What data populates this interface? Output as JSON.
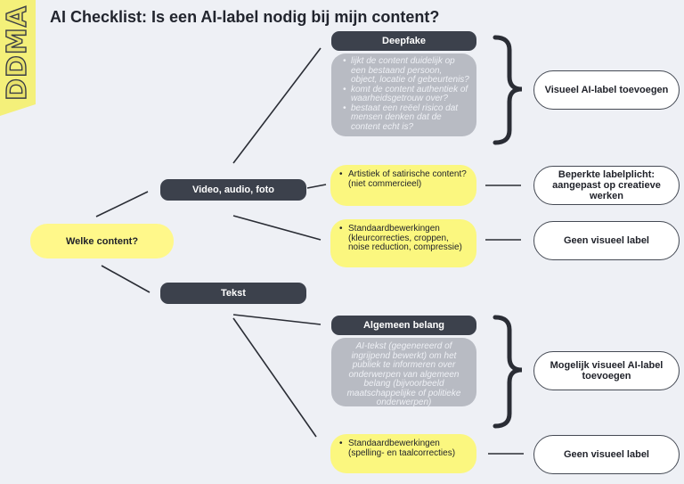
{
  "logo": {
    "text": "DDMA"
  },
  "title": "AI Checklist: Is een AI-label nodig bij mijn content?",
  "root": {
    "label": "Welke content?"
  },
  "branches": {
    "video": {
      "label": "Video, audio, foto"
    },
    "tekst": {
      "label": "Tekst"
    }
  },
  "deepfake": {
    "header": "Deepfake",
    "items": [
      "lijkt de content duidelijk op een bestaand persoon, object, locatie of gebeurtenis?",
      "komt de content authentiek of waarheidsgetrouw over?",
      "bestaat een reëel risico dat mensen denken dat de content echt is?"
    ],
    "outcome": "Visueel AI-label toevoegen"
  },
  "artistiek": {
    "text": "Artistiek of satirische content? (niet commercieel)",
    "outcome": "Beperkte labelplicht: aangepast op creatieve werken"
  },
  "standaard_media": {
    "text": "Standaardbewerkingen (kleurcorrecties, croppen, noise reduction, compressie)",
    "outcome": "Geen visueel label"
  },
  "algemeen_belang": {
    "header": "Algemeen belang",
    "text": "AI-tekst (gegenereerd of ingrijpend bewerkt) om het publiek te informeren over onderwerpen van algemeen belang (bijvoorbeeld maatschappelijke of politieke onderwerpen)",
    "outcome": "Mogelijk visueel AI-label toevoegen"
  },
  "standaard_tekst": {
    "text": "Standaardbewerkingen (spelling- en taalcorrecties)",
    "outcome": "Geen visueel label"
  },
  "colors": {
    "background": "#eef0f5",
    "dark": "#3c414c",
    "yellow": "#fbf77f",
    "gray": "#b8bbc3"
  }
}
